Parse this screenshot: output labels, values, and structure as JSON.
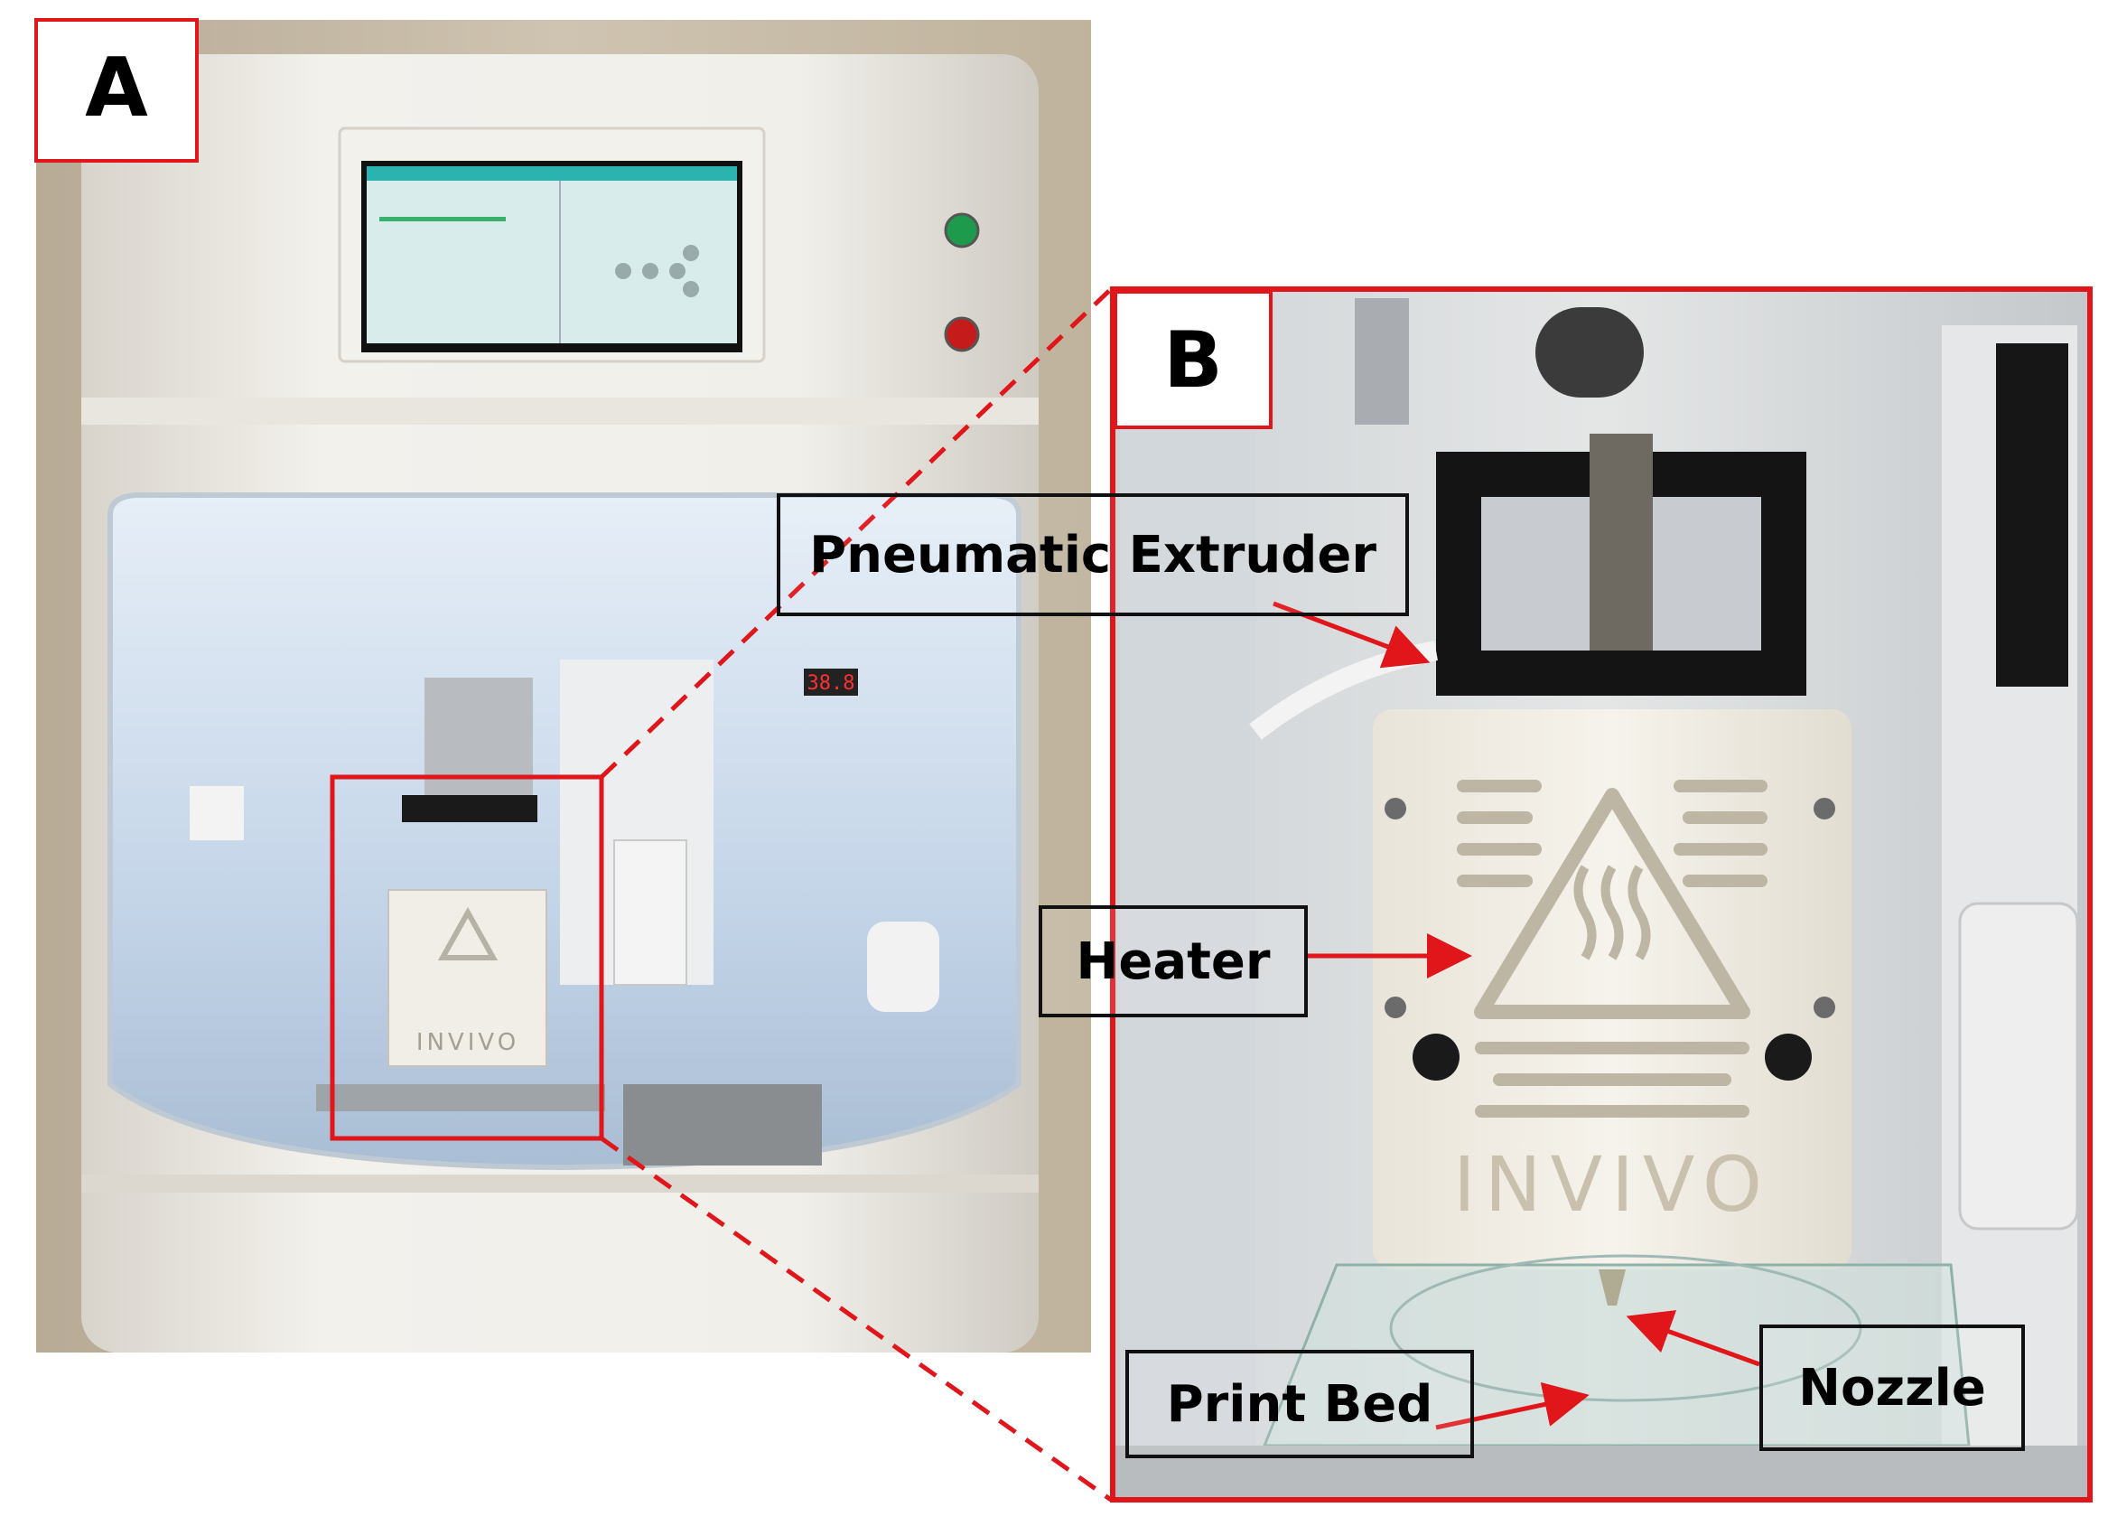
{
  "panels": {
    "a": {
      "label": "A"
    },
    "b": {
      "label": "B"
    }
  },
  "printer": {
    "brand_small": "INVIVO",
    "brand_large": "INVIVO",
    "temperature_readout": "38.8"
  },
  "callouts": {
    "pneumatic_extruder": "Pneumatic Extruder",
    "heater": "Heater",
    "print_bed": "Print Bed",
    "nozzle": "Nozzle"
  },
  "colors": {
    "highlight_red": "#e0161b",
    "callout_border": "#111111",
    "screen_teal": "#2bb3b0",
    "chamber_blue": "#c9d9ea"
  }
}
